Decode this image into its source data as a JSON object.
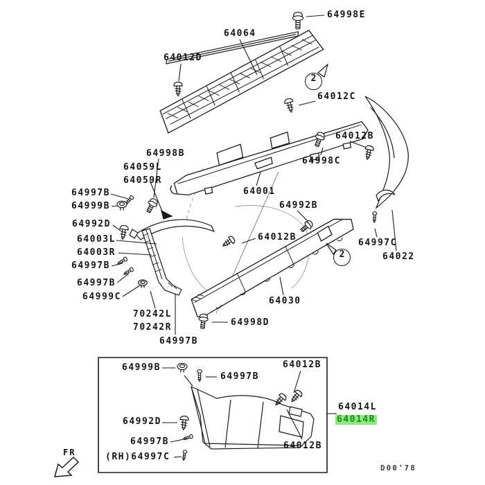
{
  "doc": {
    "drawing_code": "D00'78",
    "orientation_label": "FR",
    "callout_qty": "2"
  },
  "colors": {
    "line": "#1a1a1a",
    "text": "#141414",
    "highlight_bg": "#8ce87f",
    "highlight_text": "#1c8a1c",
    "ghost_line": "#999999"
  },
  "icons": {
    "bolt": "bolt-icon",
    "clip": "push-clip-icon",
    "grommet": "grommet-icon",
    "pin": "screw-pin-icon",
    "fr_arrow": "front-direction-arrow-icon",
    "callout_circle": "quantity-callout-circle"
  },
  "highlight": {
    "part": "64014R",
    "color": "#8ce87f"
  },
  "parts": {
    "64998E": "64998E",
    "64064": "64064",
    "64012D": "64012D",
    "64012C": "64012C",
    "64012B": "64012B",
    "64998C": "64998C",
    "64998B": "64998B",
    "64059L": "64059L",
    "64059R": "64059R",
    "64001": "64001",
    "64997B": "64997B",
    "64999B": "64999B",
    "64992B": "64992B",
    "64992D": "64992D",
    "64003L": "64003L",
    "64003R": "64003R",
    "64997C": "64997C",
    "64022": "64022",
    "64999C": "64999C",
    "70242L": "70242L",
    "70242R": "70242R",
    "64030": "64030",
    "64998D": "64998D",
    "64997C_RH": "(RH)64997C",
    "64014L": "64014L",
    "64014R": "64014R"
  }
}
